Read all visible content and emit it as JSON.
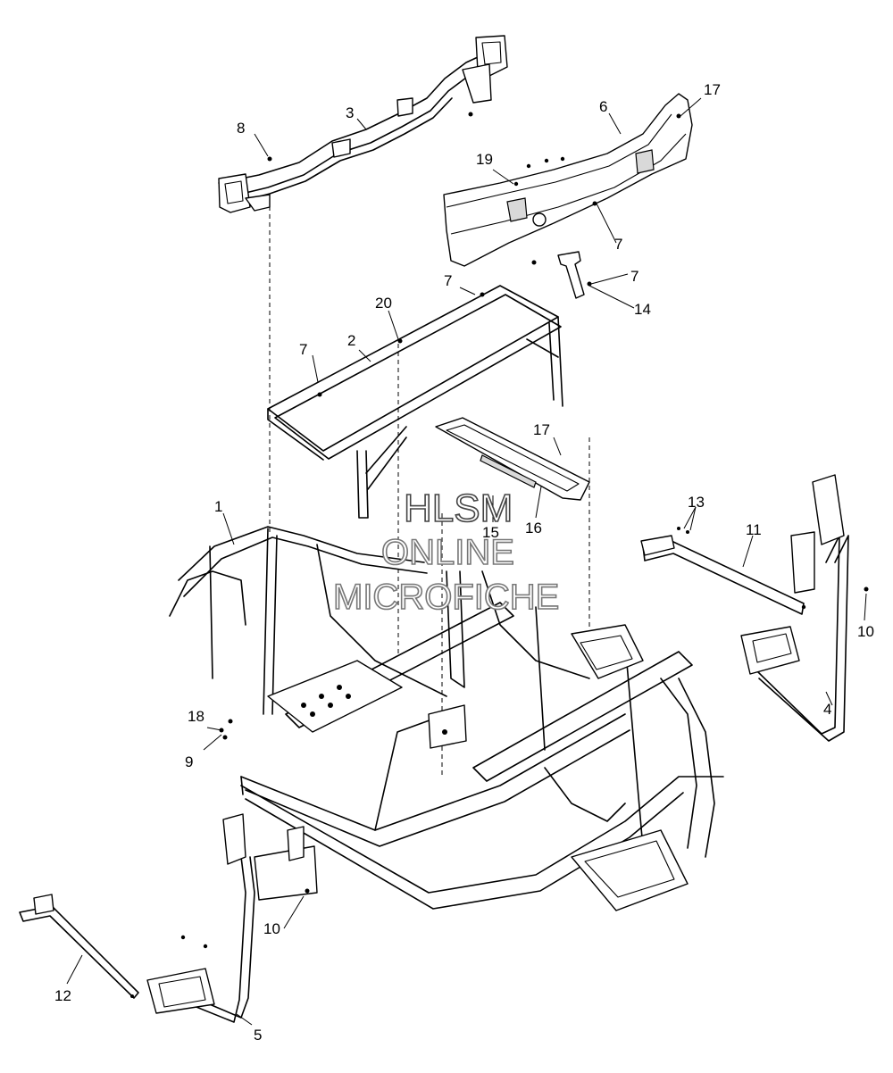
{
  "callouts": {
    "c1": "1",
    "c2": "2",
    "c3": "3",
    "c4": "4",
    "c5": "5",
    "c6": "6",
    "c7a": "7",
    "c7b": "7",
    "c7c": "7",
    "c7d": "7",
    "c8": "8",
    "c9": "9",
    "c10a": "10",
    "c10b": "10",
    "c11": "11",
    "c12": "12",
    "c13": "13",
    "c14": "14",
    "c15": "15",
    "c16": "16",
    "c17a": "17",
    "c17b": "17",
    "c18": "18",
    "c19": "19",
    "c20": "20"
  },
  "watermark": {
    "line1": "HLSM",
    "line2": "ONLINE",
    "line3": "MICROFICHE"
  }
}
